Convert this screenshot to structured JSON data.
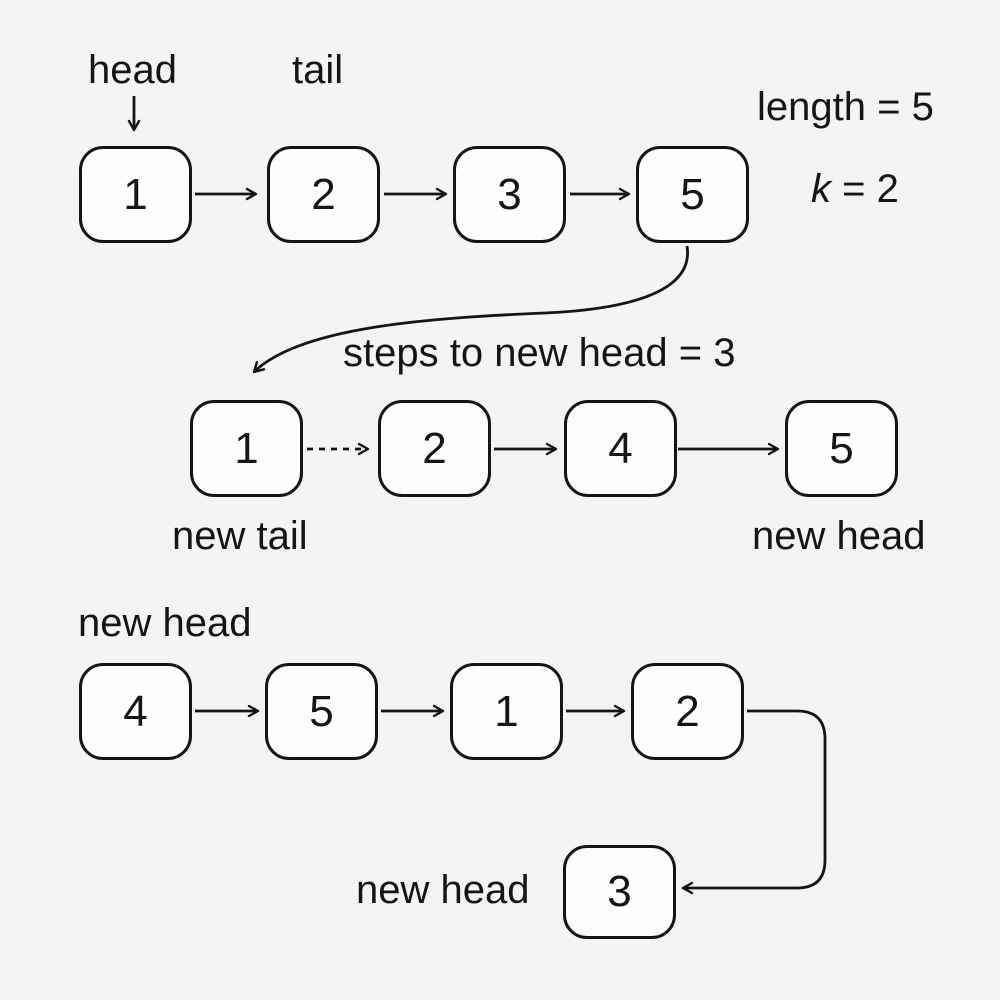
{
  "colors": {
    "background": "#f5f4f2",
    "node_fill": "#fdfdfd",
    "stroke": "#151515",
    "text": "#151515"
  },
  "params": {
    "length_label": "length = 5",
    "k_var": "k",
    "k_rest": " = 2",
    "steps_label": "steps to new head = 3"
  },
  "labels": {
    "head": "head",
    "tail": "tail",
    "new_tail": "new tail",
    "new_head_intermediate": "new head",
    "new_head_rotated": "new head",
    "new_head_detached": "new head"
  },
  "lists": {
    "original": {
      "nodes": [
        "1",
        "2",
        "3",
        "5"
      ]
    },
    "intermediate": {
      "nodes": [
        "1",
        "2",
        "4",
        "5"
      ]
    },
    "rotated": {
      "nodes": [
        "4",
        "5",
        "1",
        "2"
      ]
    },
    "detached": {
      "nodes": [
        "3"
      ]
    }
  }
}
